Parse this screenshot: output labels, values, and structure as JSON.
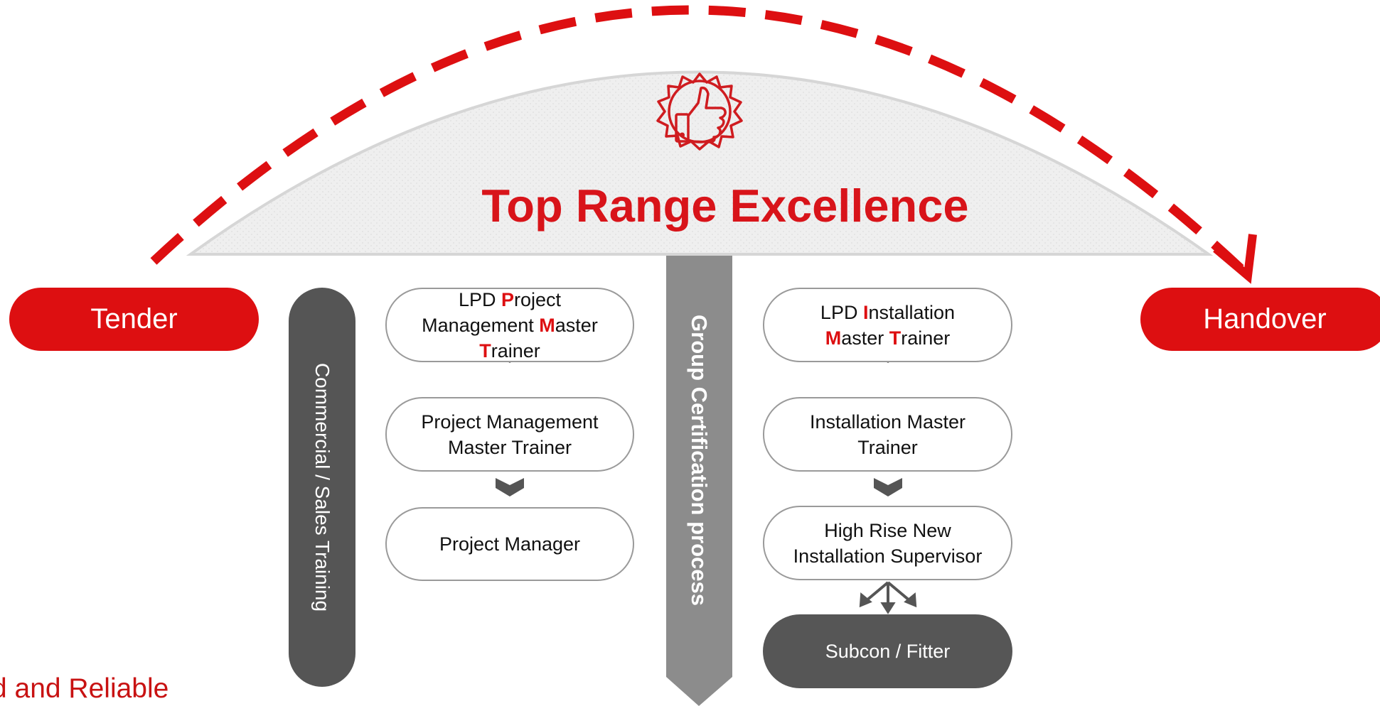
{
  "title": "Top Range Excellence",
  "start_label": "Tender",
  "end_label": "Handover",
  "commercial_bar_label": "Commercial / Sales Training",
  "group_bar_label": "Group Certification process",
  "left_column": {
    "box1": {
      "t1": "LPD ",
      "h1": "P",
      "t2": "roject",
      "t3": "Management ",
      "h2": "M",
      "t4": "aster",
      "h3": "T",
      "t5": "rainer"
    },
    "box2_line1": "Project Management",
    "box2_line2": "Master Trainer",
    "box3": "Project Manager"
  },
  "right_column": {
    "box1": {
      "t1": "LPD ",
      "h1": "I",
      "t2": "nstallation",
      "h2": "M",
      "t3": "aster ",
      "h3": "T",
      "t4": "rainer"
    },
    "box2_line1": "Installation Master",
    "box2_line2": "Trainer",
    "box3_line1": "High Rise New",
    "box3_line2": "Installation Supervisor",
    "box4": "Subcon / Fitter"
  },
  "footer_text": "d and Reliable",
  "icons": {
    "badge": "thumbs-up-badge-icon",
    "chevron": "chevron-down-icon",
    "split_arrows": "split-arrows-icon"
  },
  "colors": {
    "brand_red": "#dd0f11",
    "dark_gray": "#555555",
    "mid_gray": "#888888"
  }
}
